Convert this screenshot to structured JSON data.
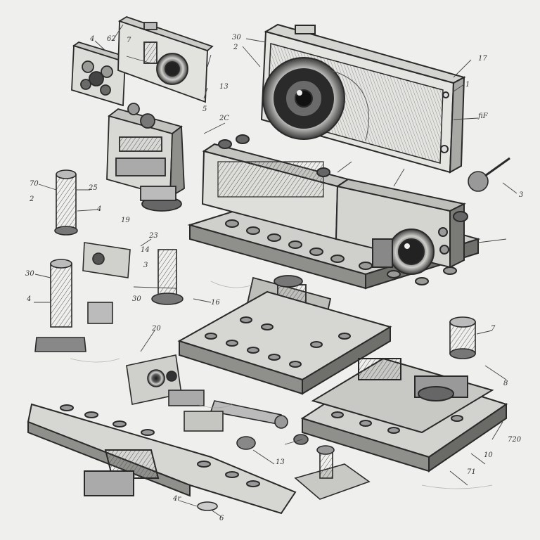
{
  "colors": {
    "paper": "#efefed",
    "ink": "#2a2a2a",
    "shade_light": "#cfcfcc",
    "shade_mid": "#9a9a97",
    "shade_dark": "#4a4a48"
  },
  "callouts": {
    "c01": "4",
    "c02": "62",
    "c03": "7",
    "c04": "30",
    "c05": "2",
    "c06": "17",
    "c07": "1",
    "c08": "fiF",
    "c09": "13",
    "c10": "5",
    "c11": "2C",
    "c12": "70",
    "c13": "25",
    "c14": "2",
    "c15": "4",
    "c16": "19",
    "c17": "23",
    "c18": "30",
    "c19": "3",
    "c20": "14",
    "c21": "30",
    "c22": "4",
    "c23": "20",
    "c24": "7",
    "c25": "720",
    "c26": "10",
    "c27": "71",
    "c28": "4r",
    "c29": "6",
    "c30": "13",
    "c31": "3",
    "c32": "16",
    "c33": "8"
  }
}
